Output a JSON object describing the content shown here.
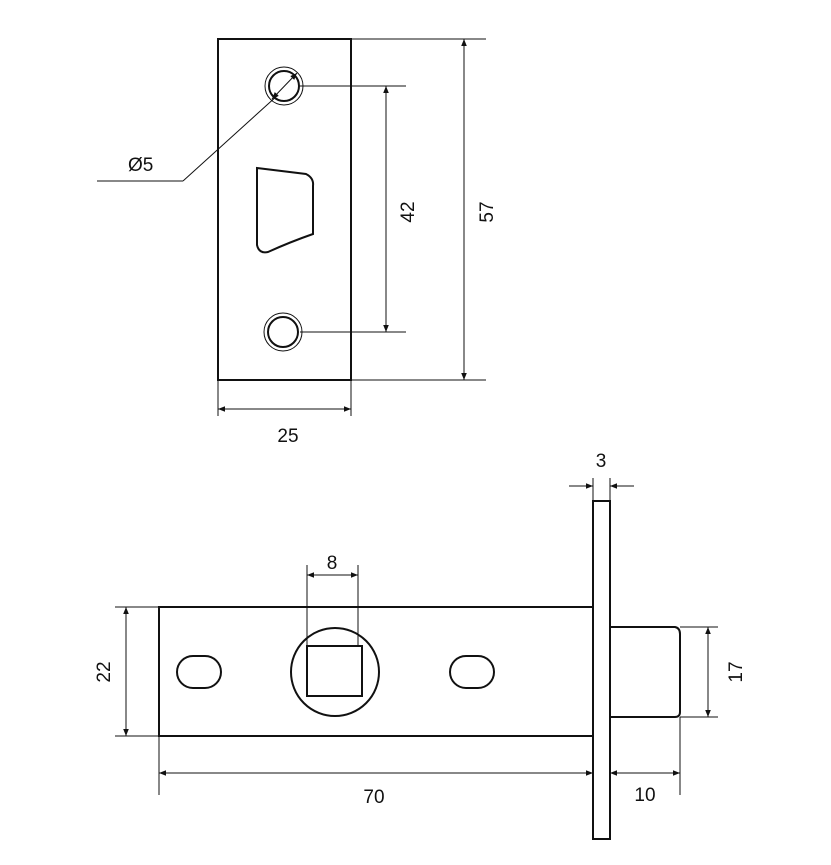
{
  "strike_plate": {
    "hole_diameter_label": "Ø5",
    "hole_spacing_label": "42",
    "height_label": "57",
    "width_label": "25"
  },
  "latch_body": {
    "spindle_width_label": "8",
    "faceplate_thickness_label": "3",
    "body_height_label": "22",
    "bolt_height_label": "17",
    "body_length_label": "70",
    "bolt_projection_label": "10"
  },
  "colors": {
    "line": "#111111",
    "background": "#ffffff"
  }
}
